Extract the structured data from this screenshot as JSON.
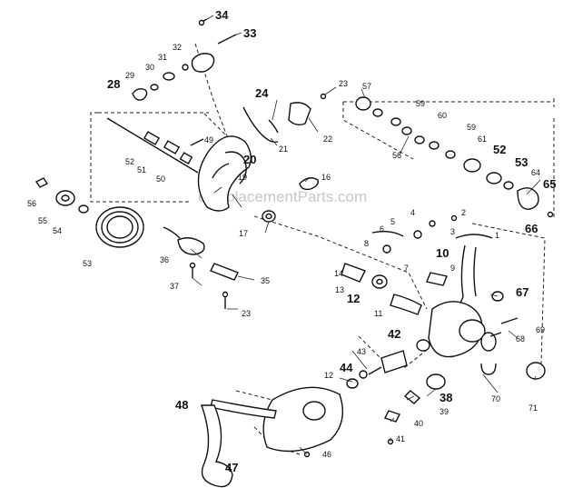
{
  "watermark": "eReplacementParts.com",
  "labels": {
    "n1": "1",
    "n2": "2",
    "n3": "3",
    "n4": "4",
    "n5": "5",
    "n6": "6",
    "n7": "7",
    "n8": "8",
    "n9": "9",
    "n10": "10",
    "n11": "11",
    "n12a": "12",
    "n12b": "12",
    "n13": "13",
    "n14": "14",
    "n16": "16",
    "n17": "17",
    "n19": "19",
    "n20": "20",
    "n21": "21",
    "n22": "22",
    "n23a": "23",
    "n23b": "23",
    "n24": "24",
    "n28": "28",
    "n29": "29",
    "n30": "30",
    "n31": "31",
    "n32": "32",
    "n33": "33",
    "n34": "34",
    "n35": "35",
    "n36": "36",
    "n37": "37",
    "n38": "38",
    "n39": "39",
    "n40": "40",
    "n41": "41",
    "n42": "42",
    "n43": "43",
    "n44": "44",
    "n46": "46",
    "n47": "47",
    "n48": "48",
    "n49": "49",
    "n50": "50",
    "n51": "51",
    "n52a": "52",
    "n52b": "52",
    "n53a": "53",
    "n53b": "53",
    "n54": "54",
    "n55": "55",
    "n56a": "56",
    "n56b": "56",
    "n57": "57",
    "n58": "59",
    "n59": "59",
    "n60": "60",
    "n61": "61",
    "n64": "64",
    "n65": "65",
    "n66": "66",
    "n67": "67",
    "n68": "68",
    "n69": "69",
    "n70": "70",
    "n71": "71"
  }
}
